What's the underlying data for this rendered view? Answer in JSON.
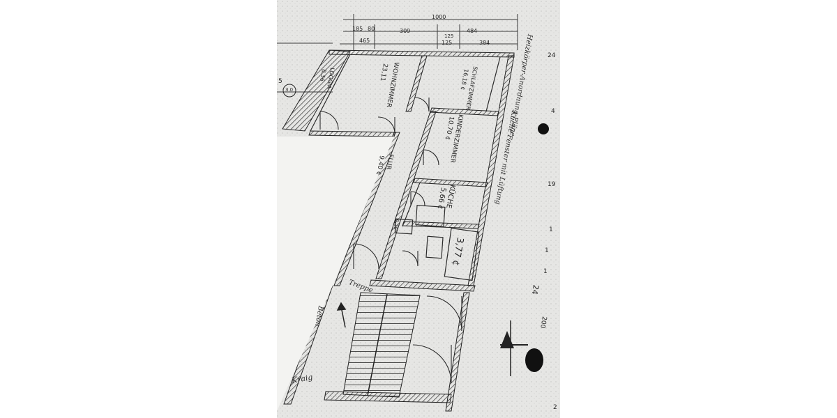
{
  "plan": {
    "dimensions": {
      "overall": "1000",
      "segments": [
        "185",
        "80",
        "309",
        "484",
        "125",
        "384"
      ],
      "sub_segments": [
        "465",
        "125"
      ]
    },
    "rooms": {
      "wohnzimmer": {
        "name": "WOHNZIMMER",
        "area": "23,11"
      },
      "loggia": {
        "name": "LOGGIA",
        "area": "8,36"
      },
      "schlafzimmer": {
        "name": "SCHLAFZIMMER",
        "area": "16,18 ¢"
      },
      "kinderzimmer": {
        "name": "KINDERZIMMER",
        "area": "10,70 ¢"
      },
      "flur": {
        "name": "FLUR",
        "area": "9,40 ¢"
      },
      "kueche": {
        "name": "KÜCHE",
        "area": "5,66 ¢"
      },
      "bad": {
        "area": "3,77 ¢"
      },
      "wc": {
        "area": "0,29"
      }
    },
    "circle_label": "3.0",
    "left_mark": "5",
    "handwriting": {
      "right_note_1": "Heizkörper-Anordnung Pläne",
      "right_note_2": "Küche Fenster mit Lüftung",
      "entry": "Treppe",
      "arrow": "Beton",
      "bottom": "Kraig"
    },
    "margin_marks": [
      "24",
      "4",
      "19",
      "1",
      "1",
      "1",
      "24",
      "200",
      "2"
    ]
  },
  "colors": {
    "paper": "#e4e4e2",
    "ink": "#262626",
    "overlay_paper": "#f3f3f1"
  }
}
